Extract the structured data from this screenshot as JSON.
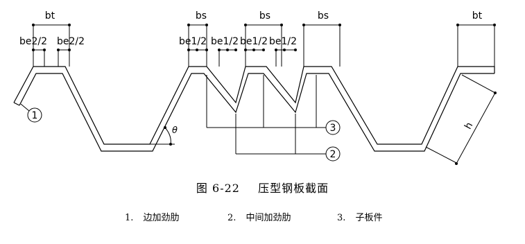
{
  "diagram": {
    "dim_labels": {
      "bt": "bt",
      "bs": "bs",
      "be2_half": "be2/2",
      "be1_half": "be1/2",
      "h": "h",
      "theta": "θ"
    },
    "callouts": [
      "1",
      "2",
      "3"
    ]
  },
  "caption": {
    "figure_no": "图 6-22",
    "title": "压型钢板截面"
  },
  "legend": [
    {
      "num": "1.",
      "text": "边加劲肋"
    },
    {
      "num": "2.",
      "text": "中间加劲肋"
    },
    {
      "num": "3.",
      "text": "子板件"
    }
  ]
}
